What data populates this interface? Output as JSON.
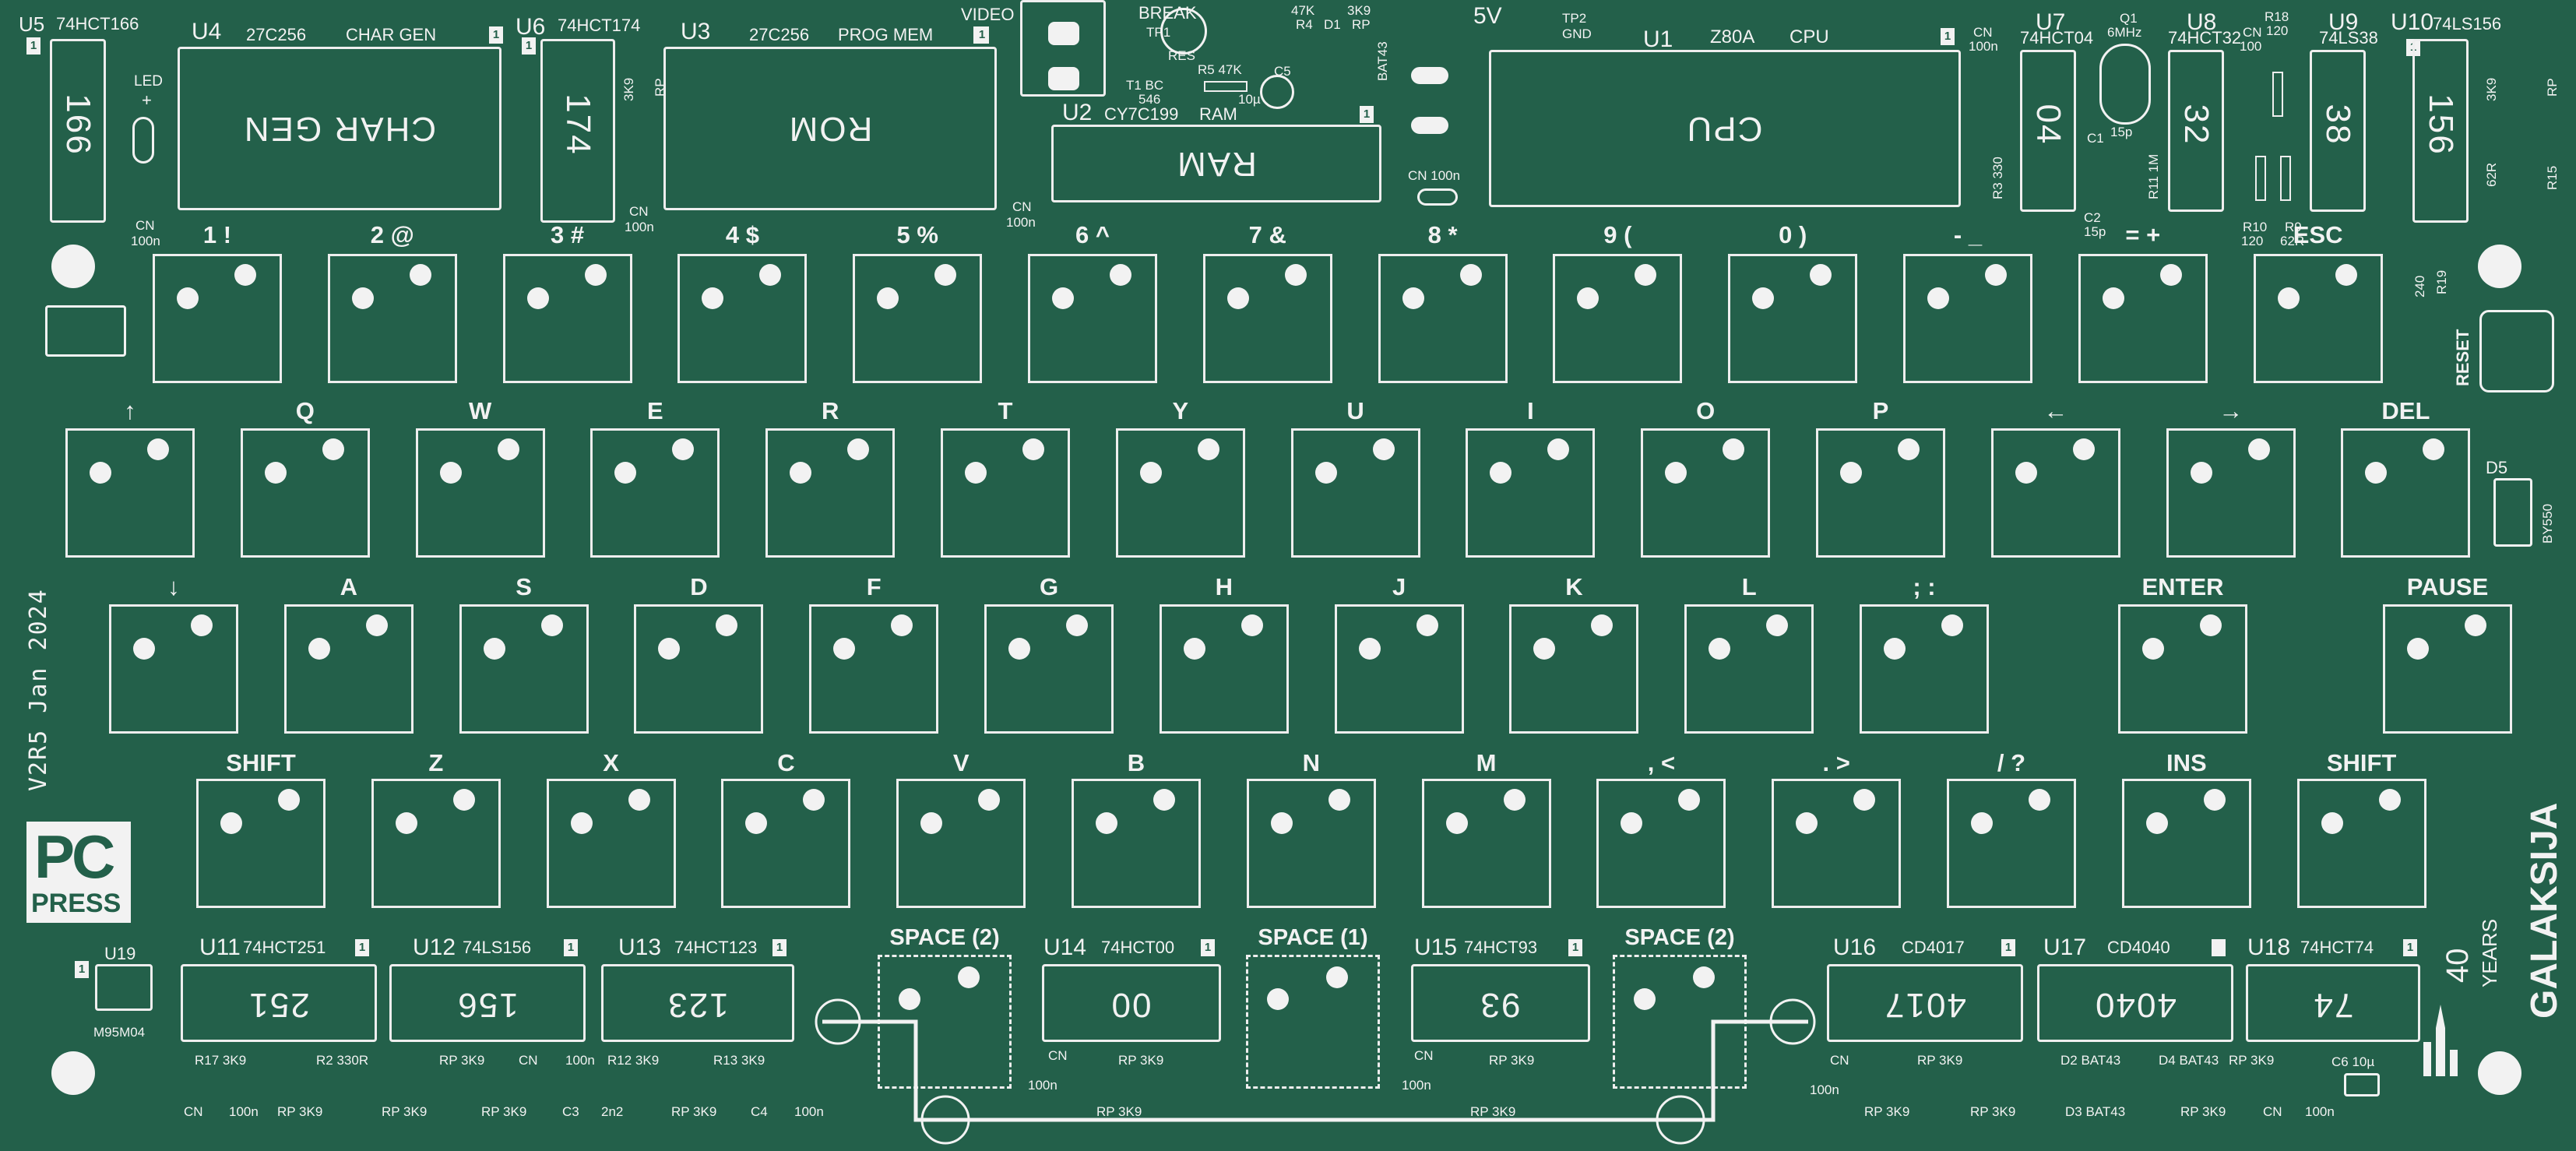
{
  "board": {
    "version": "V2R5 Jan 2024",
    "name": "GALAKSIJA",
    "anniversary_number": "40",
    "anniversary_word": "YEARS",
    "logo_top": "PC",
    "logo_bottom": "PRESS",
    "reset_label": "RESET"
  },
  "colors": {
    "pcb": "#23604a",
    "silk": "#f2f2f2"
  },
  "keys": {
    "row1": [
      "1 !",
      "2 @",
      "3 #",
      "4 $",
      "5 %",
      "6 ^",
      "7 &",
      "8 *",
      "9 (",
      "0 )",
      "- _",
      "= +",
      "ESC"
    ],
    "row2": [
      "↑",
      "Q",
      "W",
      "E",
      "R",
      "T",
      "Y",
      "U",
      "I",
      "O",
      "P",
      "←",
      "→",
      "DEL"
    ],
    "row3": [
      "↓",
      "A",
      "S",
      "D",
      "F",
      "G",
      "H",
      "J",
      "K",
      "L",
      "; :",
      "ENTER",
      "PAUSE"
    ],
    "row4": [
      "SHIFT",
      "Z",
      "X",
      "C",
      "V",
      "B",
      "N",
      "M",
      ", <",
      ". >",
      "/ ?",
      "INS",
      "SHIFT"
    ],
    "space": [
      "SPACE (2)",
      "SPACE (1)",
      "SPACE (2)"
    ]
  },
  "chips_top": [
    {
      "ref": "U5",
      "part": "74HCT166",
      "silk": "166"
    },
    {
      "ref": "U4",
      "part": "27C256",
      "func": "CHAR GEN",
      "silk": "CHAR GEN"
    },
    {
      "ref": "U6",
      "part": "74HCT174",
      "silk": "174"
    },
    {
      "ref": "U3",
      "part": "27C256",
      "func": "PROG MEM",
      "silk": "ROM"
    },
    {
      "ref": "U2",
      "part": "CY7C199",
      "func": "RAM",
      "silk": "RAM"
    },
    {
      "ref": "U1",
      "part": "Z80A",
      "func": "CPU",
      "silk": "CPU"
    },
    {
      "ref": "U7",
      "part": "74HCT04",
      "silk": "04"
    },
    {
      "ref": "U8",
      "part": "74HCT32",
      "silk": "32"
    },
    {
      "ref": "U9",
      "part": "74LS38",
      "silk": "38"
    },
    {
      "ref": "U10",
      "part": "74LS156",
      "silk": "156"
    }
  ],
  "chips_bottom": [
    {
      "ref": "U11",
      "part": "74HCT251",
      "silk": "251"
    },
    {
      "ref": "U12",
      "part": "74LS156",
      "silk": "156"
    },
    {
      "ref": "U13",
      "part": "74HCT123",
      "silk": "123"
    },
    {
      "ref": "U14",
      "part": "74HCT00",
      "silk": "00"
    },
    {
      "ref": "U15",
      "part": "74HCT93",
      "silk": "93"
    },
    {
      "ref": "U16",
      "part": "CD4017",
      "silk": "4017"
    },
    {
      "ref": "U17",
      "part": "CD4040",
      "silk": "4040"
    },
    {
      "ref": "U18",
      "part": "74HCT74",
      "silk": "74"
    },
    {
      "ref": "U19",
      "part": "M95M04"
    }
  ],
  "silk_top": {
    "video": "VIDEO",
    "break": "BREAK",
    "five_v": "5V",
    "tp1": "TP1",
    "tp2": "TP2",
    "gnd": "GND",
    "res": "RES",
    "t1": "T1 BC",
    "t1b": "546",
    "r5": "R5 47K",
    "c5": "C5",
    "r4": "R4",
    "d1": "D1",
    "rp": "RP",
    "bat43": "BAT43",
    "r4v": "47K",
    "d1v": "3K9",
    "cap10u": "10µ",
    "cn100n": "CN 100n",
    "cn": "CN",
    "n100": "100n",
    "led": "LED",
    "plus": "+",
    "q1": "Q1",
    "mhz": "6MHz",
    "c1": "C1",
    "c2": "C2",
    "p15": "15p",
    "r3": "R3 330",
    "r11": "R11 1M",
    "r18": "R18",
    "r18v": "120",
    "r10": "R10",
    "r9": "R9",
    "r10v": "120",
    "r9v": "62R",
    "r15": "R15",
    "r15v": "62R",
    "k39": "3K9",
    "r19": "R19",
    "r19v": "240",
    "d5": "D5",
    "by550": "BY550",
    "cn100": "CN",
    "cn100v": "100"
  },
  "silk_bottom": {
    "r17": "R17 3K9",
    "r2": "R2 330R",
    "rp3k9": "RP 3K9",
    "cn": "CN",
    "n100": "100n",
    "r12": "R12 3K9",
    "r13": "R13 3K9",
    "c3": "C3",
    "n2": "2n2",
    "c4": "C4",
    "d2": "D2 BAT43",
    "d4": "D4 BAT43",
    "d3": "D3 BAT43",
    "c6": "C6 10µ"
  }
}
